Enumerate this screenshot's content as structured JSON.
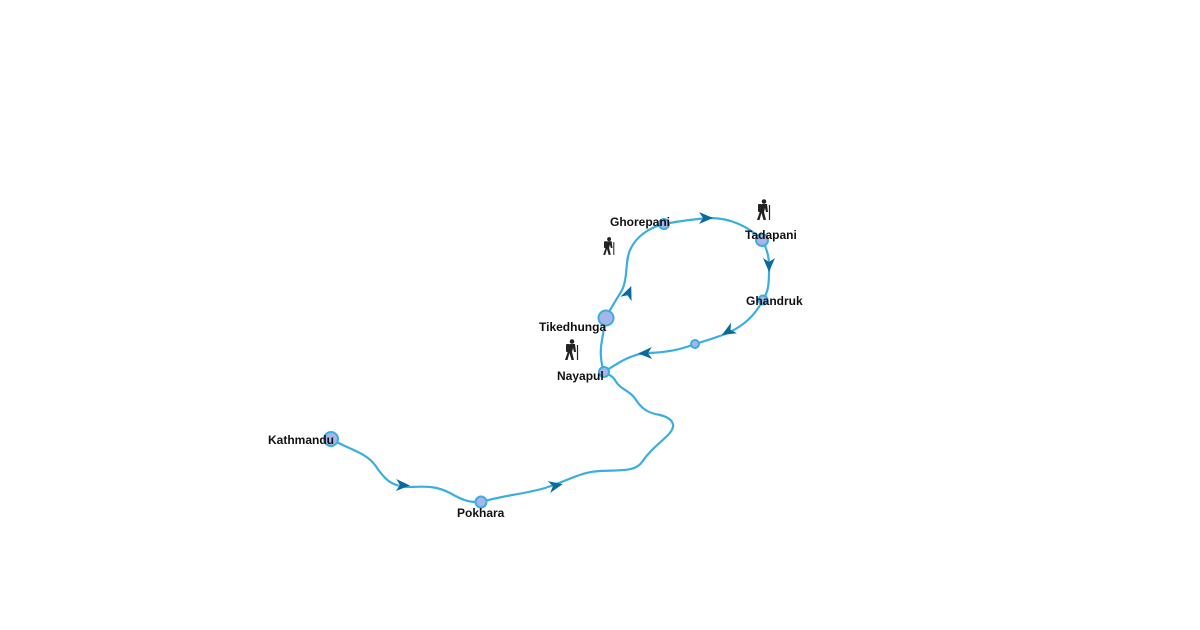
{
  "map": {
    "route_color": "#3aaee0",
    "arrow_color": "#0b6a9a",
    "node_fill": "#a9b4e8",
    "node_stroke": "#3aaee0",
    "places": {
      "kathmandu": "Kathmandu",
      "pokhara": "Pokhara",
      "nayapul": "Nayapul",
      "tikedhunga": "Tikedhunga",
      "ghorepani": "Ghorepani",
      "tadapani": "Tadapani",
      "ghandruk": "Ghandruk"
    },
    "icons": [
      "hiker-icon",
      "hiker-icon",
      "hiker-icon"
    ]
  }
}
